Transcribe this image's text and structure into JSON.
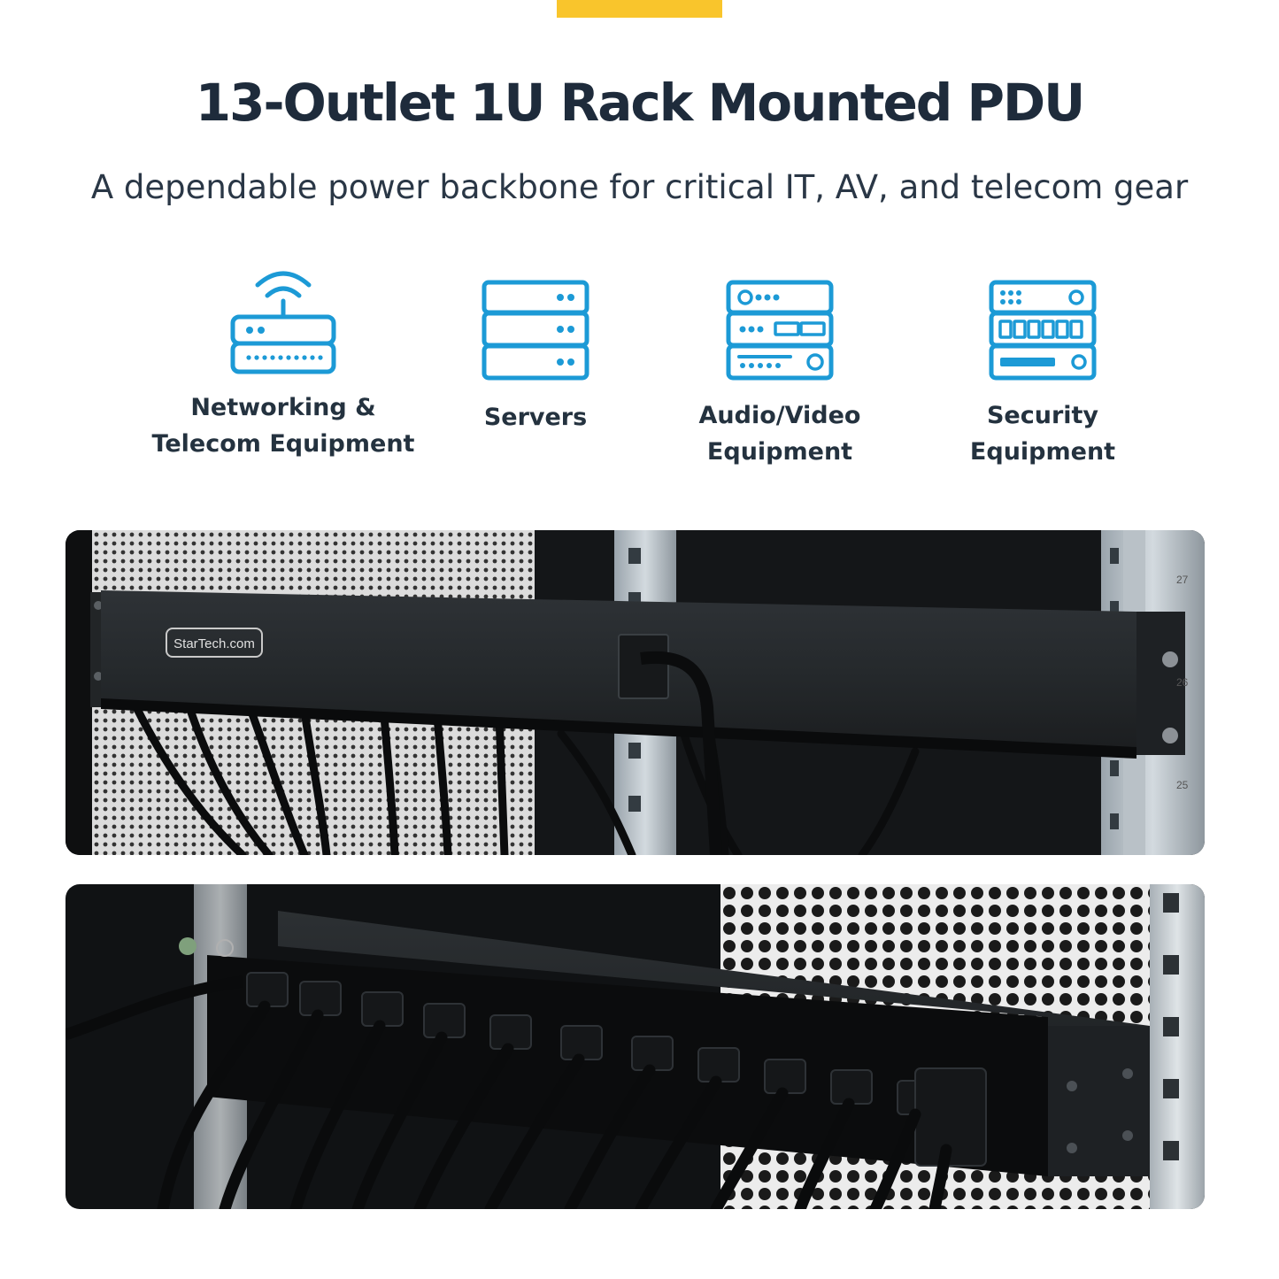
{
  "header": {
    "title": "13-Outlet 1U Rack Mounted PDU",
    "subtitle": "A dependable power backbone for critical IT, AV, and telecom gear"
  },
  "colors": {
    "accent": "#f9c52c",
    "icon": "#1c9ad6",
    "text": "#1e2b3b"
  },
  "categories": [
    {
      "icon": "router-icon",
      "label": "Networking &\nTelecom Equipment"
    },
    {
      "icon": "server-rack-icon",
      "label": "Servers"
    },
    {
      "icon": "av-equipment-icon",
      "label": "Audio/Video\nEquipment"
    },
    {
      "icon": "security-equipment-icon",
      "label": "Security\nEquipment"
    }
  ],
  "photos": {
    "front": {
      "logo": "StarTech.com",
      "rack_units": [
        "27",
        "26",
        "25"
      ]
    },
    "rear": {}
  }
}
